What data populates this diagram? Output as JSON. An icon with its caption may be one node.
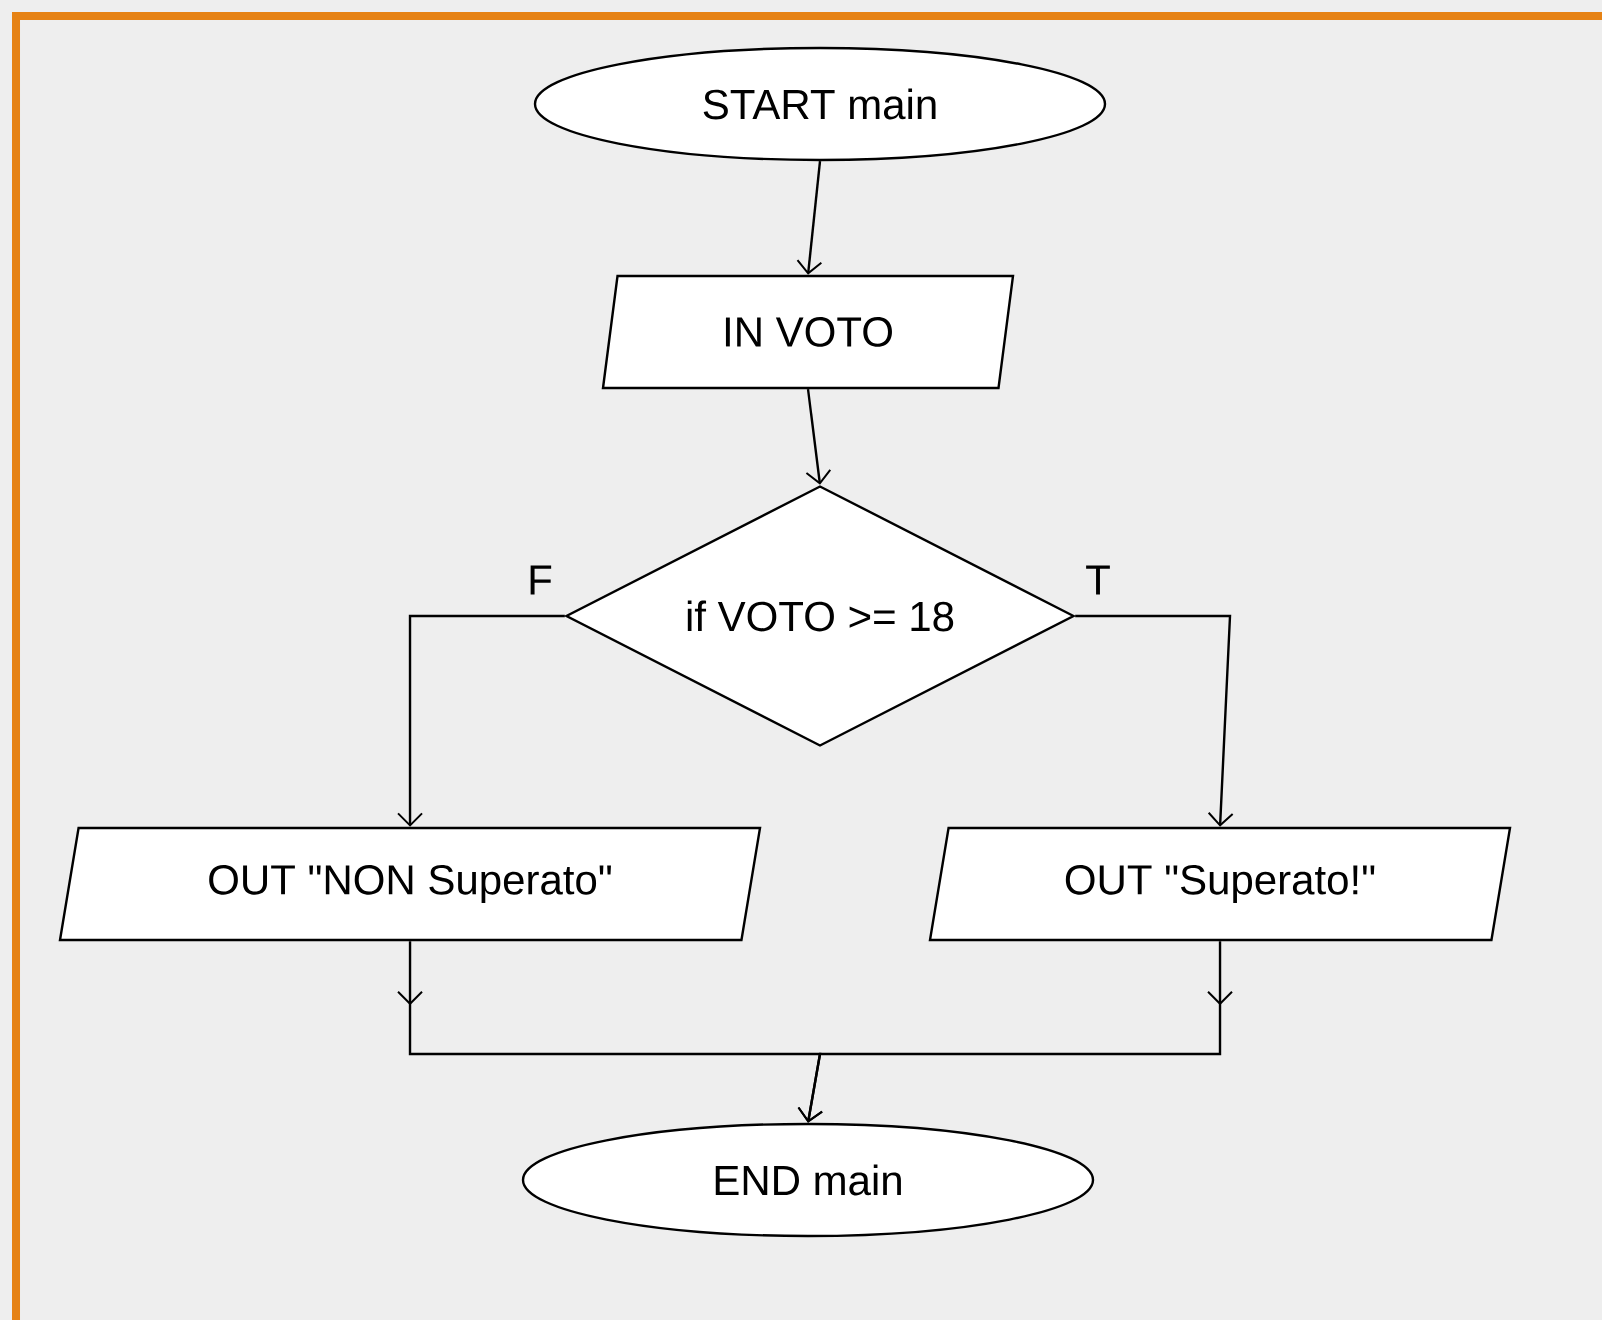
{
  "diagram": {
    "nodes": [
      {
        "text": [
          "START main"
        ]
      },
      {
        "text": [
          "IN VOTO"
        ]
      },
      {
        "text": [
          "if VOTO >= 18"
        ]
      },
      {
        "text": [
          "OUT \"NON Superato\""
        ]
      },
      {
        "text": [
          "OUT \"Superato!\""
        ]
      },
      {
        "text": [
          "END main"
        ]
      }
    ],
    "edges": [
      {
        "from": 0,
        "to": 1,
        "arrow": "to"
      },
      {
        "from": 1,
        "to": 2,
        "arrow": "to"
      },
      {
        "from": 2,
        "to": 3,
        "arrow": "to",
        "label": "F"
      },
      {
        "from": 2,
        "to": 4,
        "arrow": "to",
        "label": "T"
      },
      {
        "from": 3,
        "to": 5,
        "arrow": "to"
      },
      {
        "from": 4,
        "to": 5,
        "arrow": "to"
      }
    ]
  }
}
